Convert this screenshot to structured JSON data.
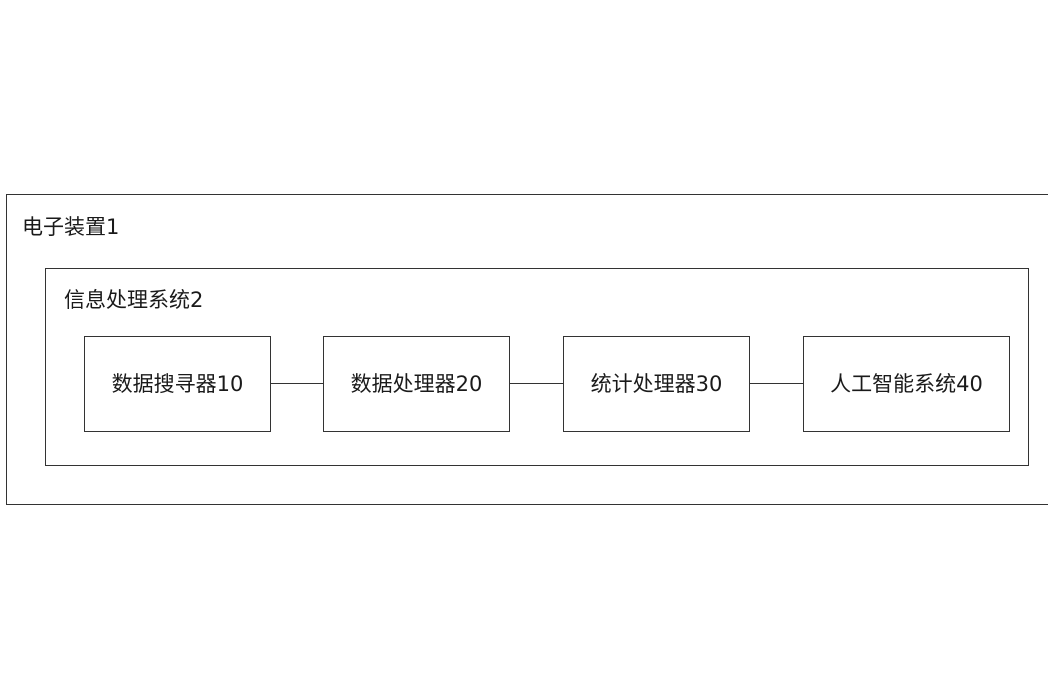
{
  "diagram": {
    "outer_container": {
      "label": "电子装置1"
    },
    "inner_container": {
      "label": "信息处理系统2"
    },
    "modules": [
      {
        "label": "数据搜寻器10"
      },
      {
        "label": "数据处理器20"
      },
      {
        "label": "统计处理器30"
      },
      {
        "label": "人工智能系统40"
      }
    ],
    "connections": [
      {
        "from": "数据搜寻器10",
        "to": "数据处理器20"
      },
      {
        "from": "数据处理器20",
        "to": "统计处理器30"
      },
      {
        "from": "统计处理器30",
        "to": "人工智能系统40"
      }
    ]
  }
}
